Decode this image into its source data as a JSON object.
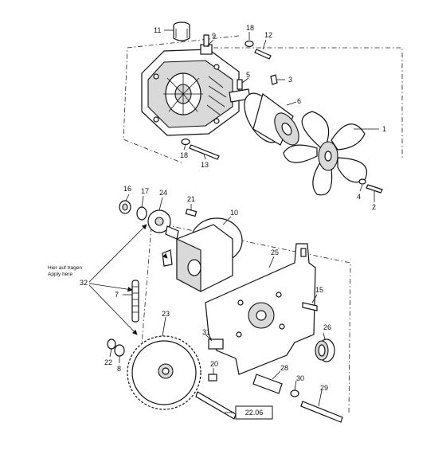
{
  "callouts": {
    "c1": "1",
    "c2": "2",
    "c3": "3",
    "c4": "4",
    "c5": "5",
    "c6": "6",
    "c7": "7",
    "c8": "8",
    "c9": "9",
    "c10": "10",
    "c11": "11",
    "c12": "12",
    "c13": "13",
    "c15": "15",
    "c16": "16",
    "c17": "17",
    "c18a": "18",
    "c18b": "18",
    "c20": "20",
    "c21": "21",
    "c22": "22",
    "c23": "23",
    "c24": "24",
    "c25": "25",
    "c26": "26",
    "c28": "28",
    "c29": "29",
    "c30": "30",
    "c31": "31",
    "c32": "32"
  },
  "note": {
    "line1": "Hier auf tragen",
    "line2": "Apply here"
  },
  "reference_box": "22.06"
}
